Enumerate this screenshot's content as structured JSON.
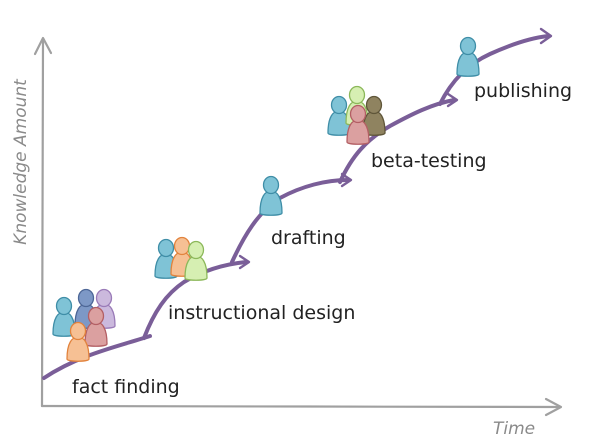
{
  "axes": {
    "y_label": "Knowledge Amount",
    "x_label": "Time",
    "axis_color": "#a0a0a0",
    "label_color": "#8a8a8a"
  },
  "path": {
    "color": "#7a5e98"
  },
  "stages": [
    {
      "id": "fact-finding",
      "label": "fact finding"
    },
    {
      "id": "instructional-design",
      "label": "instructional design"
    },
    {
      "id": "drafting",
      "label": "drafting"
    },
    {
      "id": "beta-testing",
      "label": "beta-testing"
    },
    {
      "id": "publishing",
      "label": "publishing"
    }
  ],
  "person_palette": {
    "blue": {
      "fill": "#7fc3d6",
      "stroke": "#3f8ea7"
    },
    "orange": {
      "fill": "#f6c094",
      "stroke": "#e2833d"
    },
    "green": {
      "fill": "#d6efb2",
      "stroke": "#8cb85a"
    },
    "olive": {
      "fill": "#8f8360",
      "stroke": "#5f5639"
    },
    "red": {
      "fill": "#dba0a0",
      "stroke": "#b35f64"
    },
    "purple": {
      "fill": "#cbb9dd",
      "stroke": "#9a7bb8"
    },
    "slate": {
      "fill": "#7d98c6",
      "stroke": "#4d6797"
    }
  },
  "stage_people": [
    [
      "blue",
      "slate",
      "purple",
      "red",
      "orange"
    ],
    [
      "blue",
      "orange",
      "green"
    ],
    [
      "blue"
    ],
    [
      "blue",
      "green",
      "olive",
      "red"
    ],
    [
      "blue"
    ]
  ],
  "text_color": "#222222"
}
